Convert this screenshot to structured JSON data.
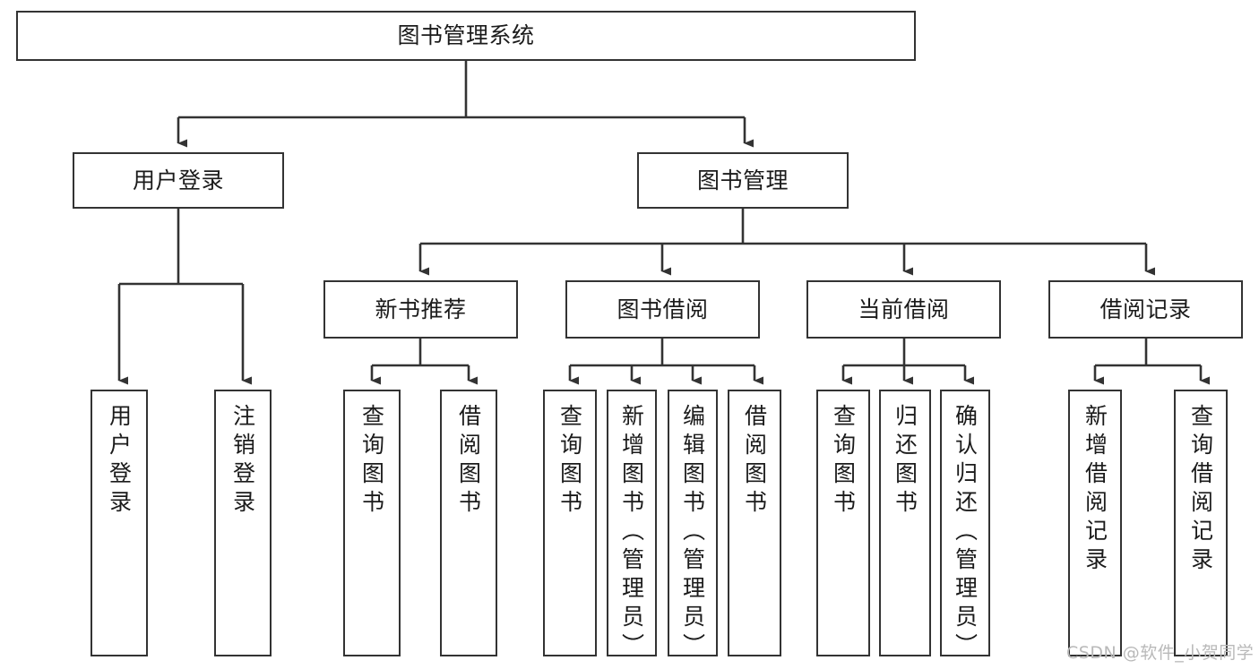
{
  "diagram": {
    "title": "图书管理系统",
    "type": "tree-hierarchy",
    "orientation": "top-down",
    "line_color": "#333333",
    "box_fill": "#ffffff",
    "text_color": "#1b1b1b"
  },
  "nodes": {
    "root": {
      "label": "图书管理系统",
      "level": 1
    },
    "user_login": {
      "label": "用户登录",
      "level": 2
    },
    "book_manage": {
      "label": "图书管理",
      "level": 2
    },
    "new_book_rec": {
      "label": "新书推荐",
      "level": 3
    },
    "book_borrow": {
      "label": "图书借阅",
      "level": 3
    },
    "current_borrow": {
      "label": "当前借阅",
      "level": 3
    },
    "borrow_record": {
      "label": "借阅记录",
      "level": 3
    },
    "leaf_user_login": {
      "label": "用户登录",
      "level": 3
    },
    "leaf_logout": {
      "label": "注销登录",
      "level": 3
    },
    "leaf_query_book_1": {
      "label": "查询图书",
      "level": 4
    },
    "leaf_borrow_book_1": {
      "label": "借阅图书",
      "level": 4
    },
    "leaf_query_book_2": {
      "label": "查询图书",
      "level": 4
    },
    "leaf_add_book": {
      "label": "新增图书（管理员）",
      "level": 4
    },
    "leaf_edit_book": {
      "label": "编辑图书（管理员）",
      "level": 4
    },
    "leaf_borrow_book_2": {
      "label": "借阅图书",
      "level": 4
    },
    "leaf_query_book_3": {
      "label": "查询图书",
      "level": 4
    },
    "leaf_return_book": {
      "label": "归还图书",
      "level": 4
    },
    "leaf_confirm_return": {
      "label": "确认归还（管理员）",
      "level": 4
    },
    "leaf_add_record": {
      "label": "新增借阅记录",
      "level": 4
    },
    "leaf_query_record": {
      "label": "查询借阅记录",
      "level": 4
    }
  },
  "watermark": {
    "text": "CSDN @软件_小贺同学"
  }
}
